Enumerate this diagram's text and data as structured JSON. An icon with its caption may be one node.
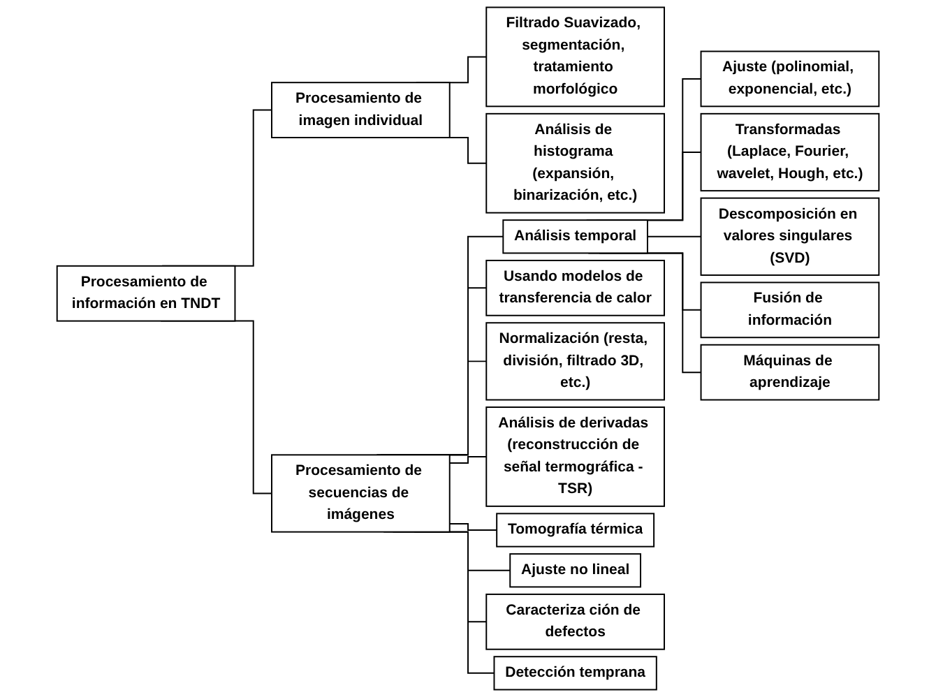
{
  "diagram": {
    "nodes": [
      {
        "text": [
          "Procesamiento de información en TNDT"
        ]
      },
      {
        "text": [
          "Procesamiento de imagen individual"
        ]
      },
      {
        "text": [
          "Procesamiento de secuencias de imágenes"
        ]
      },
      {
        "text": [
          "Filtrado Suavizado, segmentación, tratamiento morfológico"
        ]
      },
      {
        "text": [
          "Análisis de histograma (expansión, binarización, etc.)"
        ]
      },
      {
        "text": [
          "Análisis temporal"
        ]
      },
      {
        "text": [
          "Ajuste (polinomial, exponencial, etc.)"
        ]
      },
      {
        "text": [
          "Transformadas (Laplace, Fourier, wavelet, Hough, etc.)"
        ]
      },
      {
        "text": [
          "Descomposición en valores singulares (SVD)"
        ]
      },
      {
        "text": [
          "Fusión de información"
        ]
      },
      {
        "text": [
          "Máquinas de aprendizaje"
        ]
      },
      {
        "text": [
          "Usando modelos de transferencia de calor"
        ]
      },
      {
        "text": [
          "Normalización (resta, división, filtrado 3D, etc.)"
        ]
      },
      {
        "text": [
          "Análisis de derivadas (reconstrucción de señal termográfica - TSR)"
        ]
      },
      {
        "text": [
          "Tomografía térmica"
        ]
      },
      {
        "text": [
          "Ajuste no lineal"
        ]
      },
      {
        "text": [
          "Caracteriza ción de defectos"
        ]
      },
      {
        "text": [
          "Detección temprana"
        ]
      }
    ],
    "edges": [
      {
        "from": 0,
        "to": 1,
        "arrow": "none"
      },
      {
        "from": 0,
        "to": 2,
        "arrow": "none"
      },
      {
        "from": 1,
        "to": 3,
        "arrow": "none"
      },
      {
        "from": 1,
        "to": 4,
        "arrow": "none"
      },
      {
        "from": 2,
        "to": 5,
        "arrow": "none"
      },
      {
        "from": 5,
        "to": 6,
        "arrow": "none"
      },
      {
        "from": 5,
        "to": 7,
        "arrow": "none"
      },
      {
        "from": 5,
        "to": 8,
        "arrow": "none"
      },
      {
        "from": 5,
        "to": 9,
        "arrow": "none"
      },
      {
        "from": 5,
        "to": 10,
        "arrow": "none"
      },
      {
        "from": 2,
        "to": 11,
        "arrow": "none"
      },
      {
        "from": 2,
        "to": 12,
        "arrow": "none"
      },
      {
        "from": 2,
        "to": 13,
        "arrow": "none"
      },
      {
        "from": 2,
        "to": 14,
        "arrow": "none"
      },
      {
        "from": 2,
        "to": 15,
        "arrow": "none"
      },
      {
        "from": 2,
        "to": 16,
        "arrow": "none"
      },
      {
        "from": 2,
        "to": 17,
        "arrow": "none"
      }
    ]
  }
}
